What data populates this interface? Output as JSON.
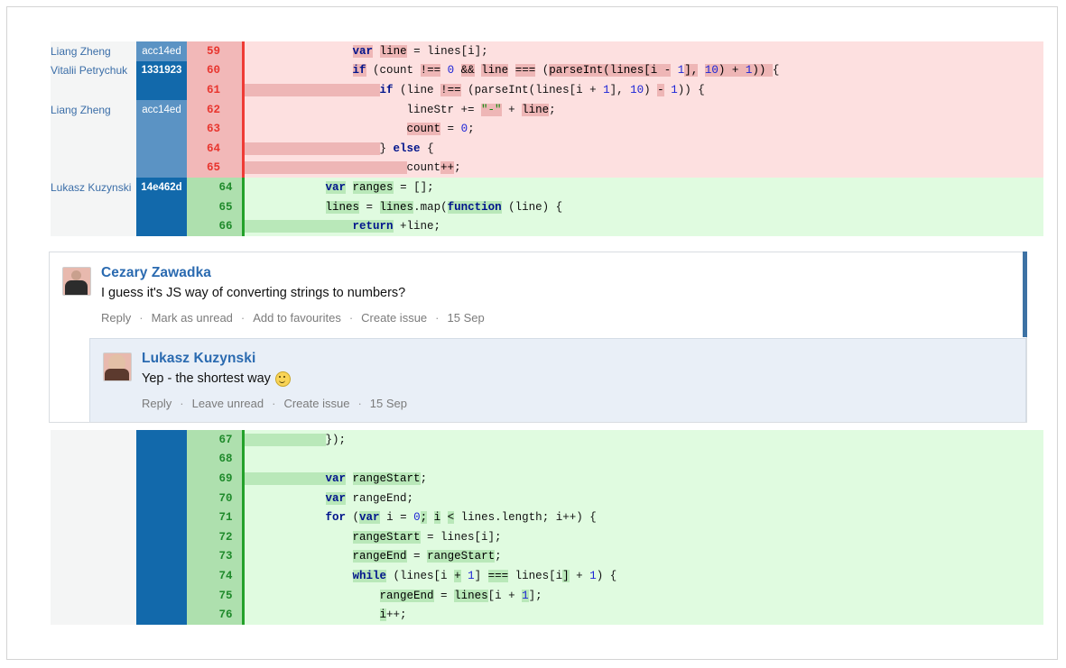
{
  "diff_top": {
    "rows": [
      {
        "author": "Liang Zheng",
        "hash": "acc14ed",
        "hash_style": "h-light",
        "num": "59",
        "type": "del"
      },
      {
        "author": "Vitalii Petrychuk",
        "hash": "1331923",
        "hash_style": "h-dark",
        "num": "60",
        "type": "del"
      },
      {
        "author": "",
        "hash": "",
        "hash_style": "h-blank",
        "num": "61",
        "type": "del"
      },
      {
        "author": "Liang Zheng",
        "hash": "acc14ed",
        "hash_style": "h-light",
        "num": "62",
        "type": "del"
      },
      {
        "author": "",
        "hash": "",
        "hash_style": "h-light",
        "num": "63",
        "type": "del"
      },
      {
        "author": "",
        "hash": "",
        "hash_style": "h-light",
        "num": "64",
        "type": "del"
      },
      {
        "author": "",
        "hash": "",
        "hash_style": "h-light",
        "num": "65",
        "type": "del"
      },
      {
        "author": "Lukasz Kuzynski",
        "hash": "14e462d",
        "hash_style": "h-dark",
        "num": "64",
        "type": "add"
      },
      {
        "author": "",
        "hash": "",
        "hash_style": "h-dark",
        "num": "65",
        "type": "add"
      },
      {
        "author": "",
        "hash": "",
        "hash_style": "h-dark",
        "num": "66",
        "type": "add"
      }
    ],
    "code": [
      "                var line = lines[i];",
      "                if (count !== 0 && line === (parseInt(lines[i - 1], 10) + 1)) {",
      "                    if (line !== (parseInt(lines[i + 1], 10) - 1)) {",
      "                        lineStr += \"-\" + line;",
      "                        count = 0;",
      "                    } else {",
      "                        count++;",
      "            var ranges = [];",
      "            lines = lines.map(function (line) {",
      "                return +line;"
    ]
  },
  "comments": {
    "main": {
      "user": "Cezary Zawadka",
      "text": "I guess it's JS way of converting strings to numbers?",
      "actions": [
        "Reply",
        "Mark as unread",
        "Add to favourites",
        "Create issue"
      ],
      "date": "15 Sep"
    },
    "reply": {
      "user": "Lukasz Kuzynski",
      "text": "Yep - the shortest way",
      "emoji": "smiley-face-icon",
      "actions": [
        "Reply",
        "Leave unread",
        "Create issue"
      ],
      "date": "15 Sep"
    },
    "separator": "·"
  },
  "diff_bottom": {
    "rows": [
      {
        "author": "",
        "hash": "",
        "hash_style": "h-dark",
        "num": "67",
        "type": "add"
      },
      {
        "author": "",
        "hash": "",
        "hash_style": "h-dark",
        "num": "68",
        "type": "add"
      },
      {
        "author": "",
        "hash": "",
        "hash_style": "h-dark",
        "num": "69",
        "type": "add"
      },
      {
        "author": "",
        "hash": "",
        "hash_style": "h-dark",
        "num": "70",
        "type": "add"
      },
      {
        "author": "",
        "hash": "",
        "hash_style": "h-dark",
        "num": "71",
        "type": "add"
      },
      {
        "author": "",
        "hash": "",
        "hash_style": "h-dark",
        "num": "72",
        "type": "add"
      },
      {
        "author": "",
        "hash": "",
        "hash_style": "h-dark",
        "num": "73",
        "type": "add"
      },
      {
        "author": "",
        "hash": "",
        "hash_style": "h-dark",
        "num": "74",
        "type": "add"
      },
      {
        "author": "",
        "hash": "",
        "hash_style": "h-dark",
        "num": "75",
        "type": "add"
      },
      {
        "author": "",
        "hash": "",
        "hash_style": "h-dark",
        "num": "76",
        "type": "add"
      }
    ],
    "code": [
      "            });",
      "",
      "            var rangeStart;",
      "            var rangeEnd;",
      "            for (var i = 0; i < lines.length; i++) {",
      "                rangeStart = lines[i];",
      "                rangeEnd = rangeStart;",
      "                while (lines[i + 1] === lines[i] + 1) {",
      "                    rangeEnd = lines[i + 1];",
      "                    i++;"
    ]
  },
  "colors": {
    "del_bg": "#fde0e0",
    "del_num_bg": "#f2b8b8",
    "del_accent": "#ef3b35",
    "add_bg": "#e0fbe0",
    "add_num_bg": "#aee0ae",
    "add_accent": "#23a12a",
    "hash_light": "#5b93c4",
    "hash_dark": "#1269ab",
    "author_text": "#3b6ea8",
    "unread_bar": "#3d72a4",
    "reply_bg": "#e9eff7",
    "link": "#2a6ab0"
  }
}
